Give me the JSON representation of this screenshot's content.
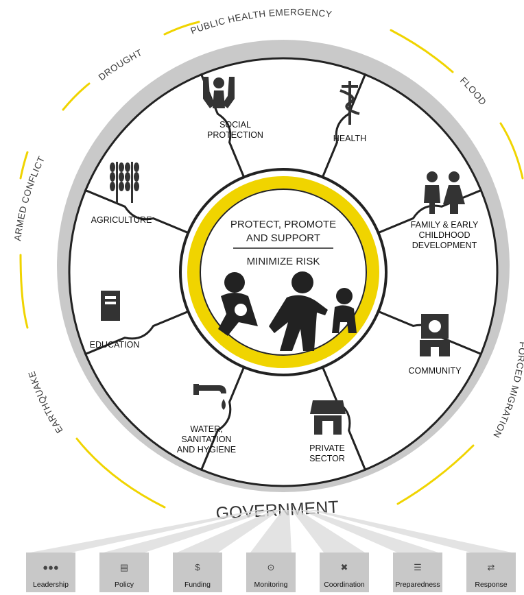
{
  "title": "",
  "center": {
    "line1": "PROTECT, PROMOTE",
    "line2": "AND SUPPORT",
    "line3": "MINIMIZE RISK"
  },
  "sectors": [
    {
      "id": "social-protection",
      "lines": [
        "SOCIAL",
        "PROTECTION"
      ],
      "icon": "hands-holding-person-icon"
    },
    {
      "id": "health",
      "lines": [
        "HEALTH"
      ],
      "icon": "caduceus-icon"
    },
    {
      "id": "family",
      "lines": [
        "FAMILY & EARLY",
        "CHILDHOOD",
        "DEVELOPMENT"
      ],
      "icon": "family-icon"
    },
    {
      "id": "community",
      "lines": [
        "COMMUNITY"
      ],
      "icon": "community-building-icon"
    },
    {
      "id": "private-sector",
      "lines": [
        "PRIVATE",
        "SECTOR"
      ],
      "icon": "storefront-icon"
    },
    {
      "id": "water",
      "lines": [
        "WATER,",
        "SANITATION",
        "AND HYGIENE"
      ],
      "icon": "water-tap-icon"
    },
    {
      "id": "education",
      "lines": [
        "EDUCATION"
      ],
      "icon": "book-icon"
    },
    {
      "id": "agriculture",
      "lines": [
        "AGRICULTURE"
      ],
      "icon": "wheat-icon"
    }
  ],
  "hazards": {
    "top": "PUBLIC HEALTH EMERGENCY",
    "drought": "DROUGHT",
    "flood": "FLOOD",
    "armed_conflict": "ARMED CONFLICT",
    "earthquake": "EARTHQUAKE",
    "migration": "FORCED MIGRATION"
  },
  "government": "GOVERNMENT",
  "government_tools": [
    {
      "label": "Leadership",
      "icon": "people-group-icon"
    },
    {
      "label": "Policy",
      "icon": "document-icon"
    },
    {
      "label": "Funding",
      "icon": "money-bag-icon"
    },
    {
      "label": "Monitoring",
      "icon": "magnifier-icon"
    },
    {
      "label": "Coordination",
      "icon": "arrows-converge-icon"
    },
    {
      "label": "Preparedness",
      "icon": "checklist-icon"
    },
    {
      "label": "Response",
      "icon": "arrows-exchange-icon"
    }
  ],
  "colors": {
    "accent": "#f0d400",
    "ring": "#c9c9c9",
    "outline": "#222222",
    "tile": "#c8c8c8"
  }
}
